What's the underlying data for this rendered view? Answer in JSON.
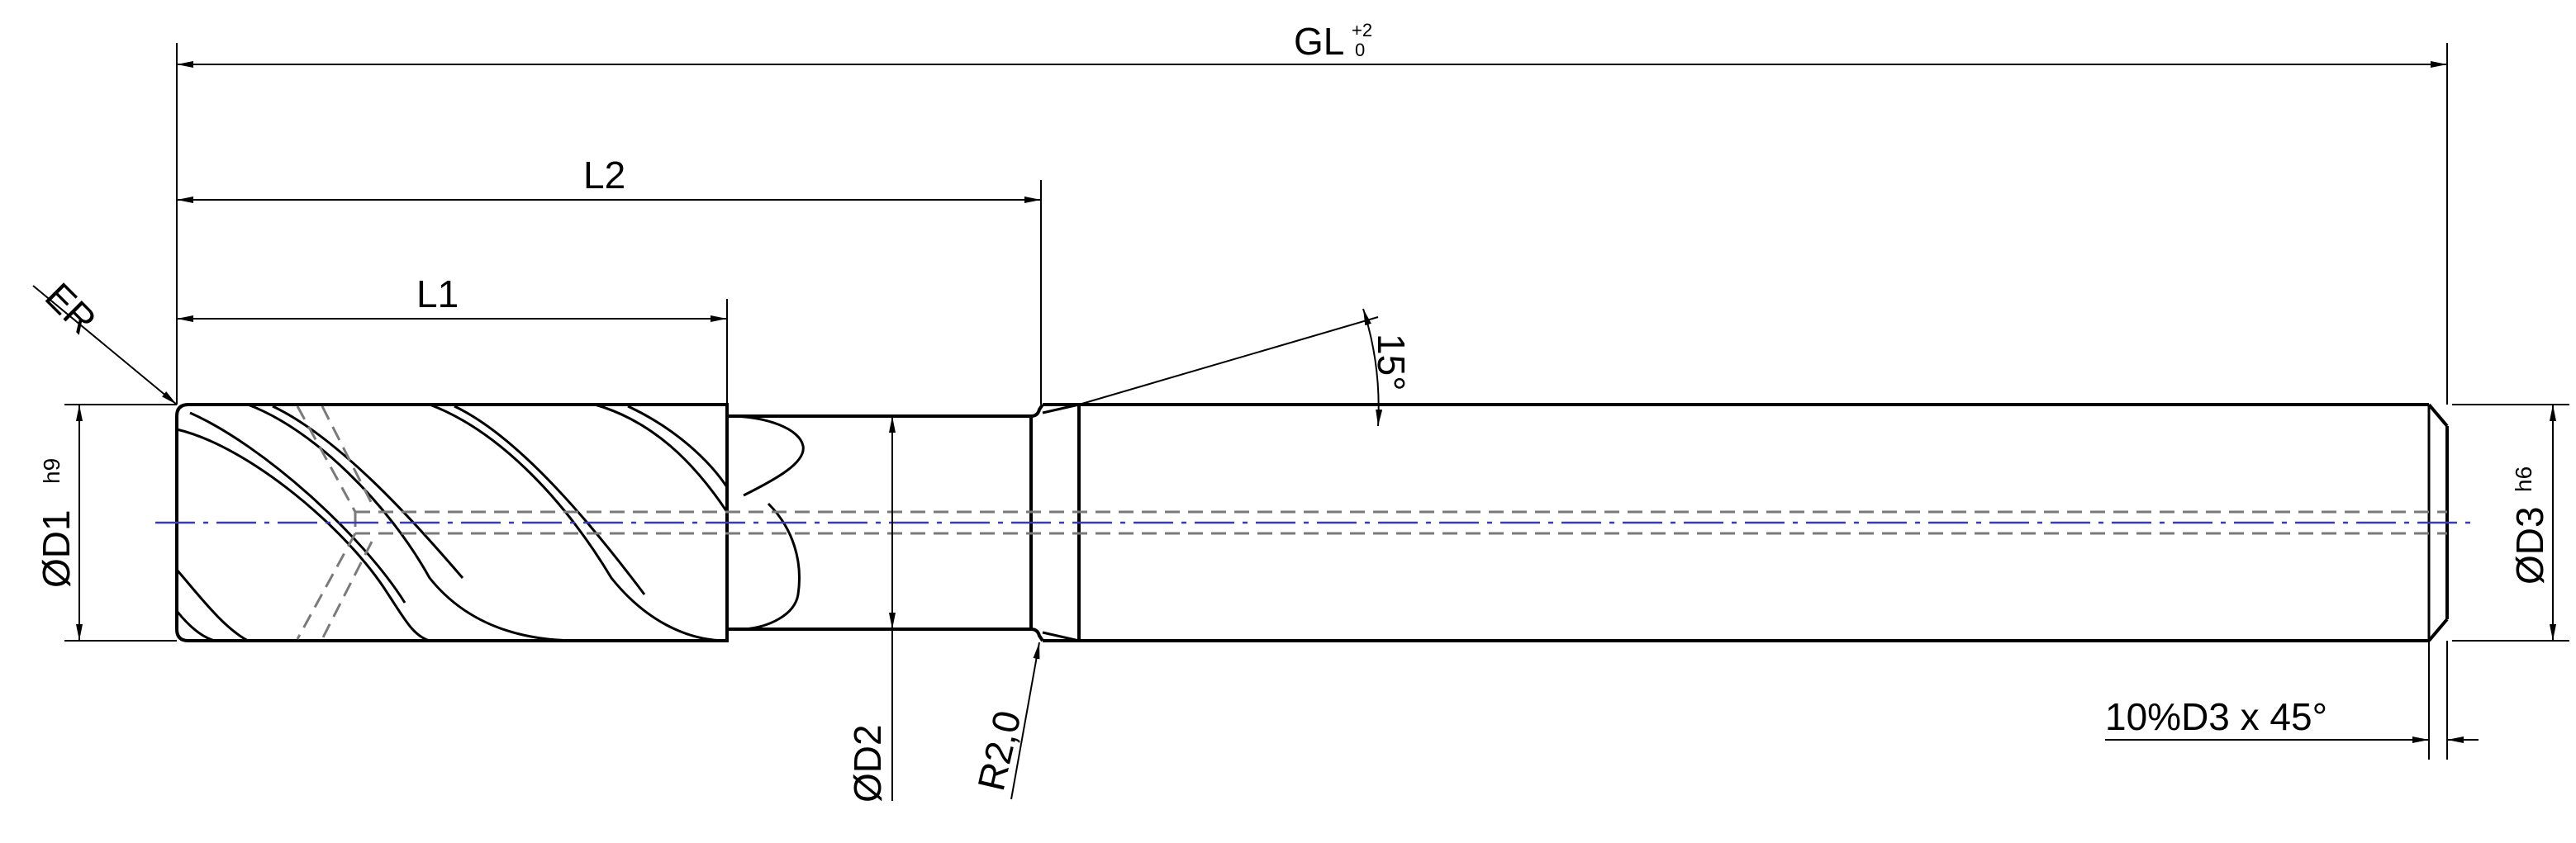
{
  "labels": {
    "gl": "GL",
    "gl_tol_upper": "+2",
    "gl_tol_lower": "0",
    "l2": "L2",
    "l1": "L1",
    "er": "ER",
    "angle": "15°",
    "d1": "ØD1",
    "d1_tol": "h9",
    "d2": "ØD2",
    "r": "R2,0",
    "d3": "ØD3",
    "d3_tol": "h6",
    "chamfer": "10%D3 x 45°"
  },
  "colors": {
    "line": "#000000",
    "hidden_line": "#7a7a7a",
    "center_line": "#3a3ab8"
  }
}
